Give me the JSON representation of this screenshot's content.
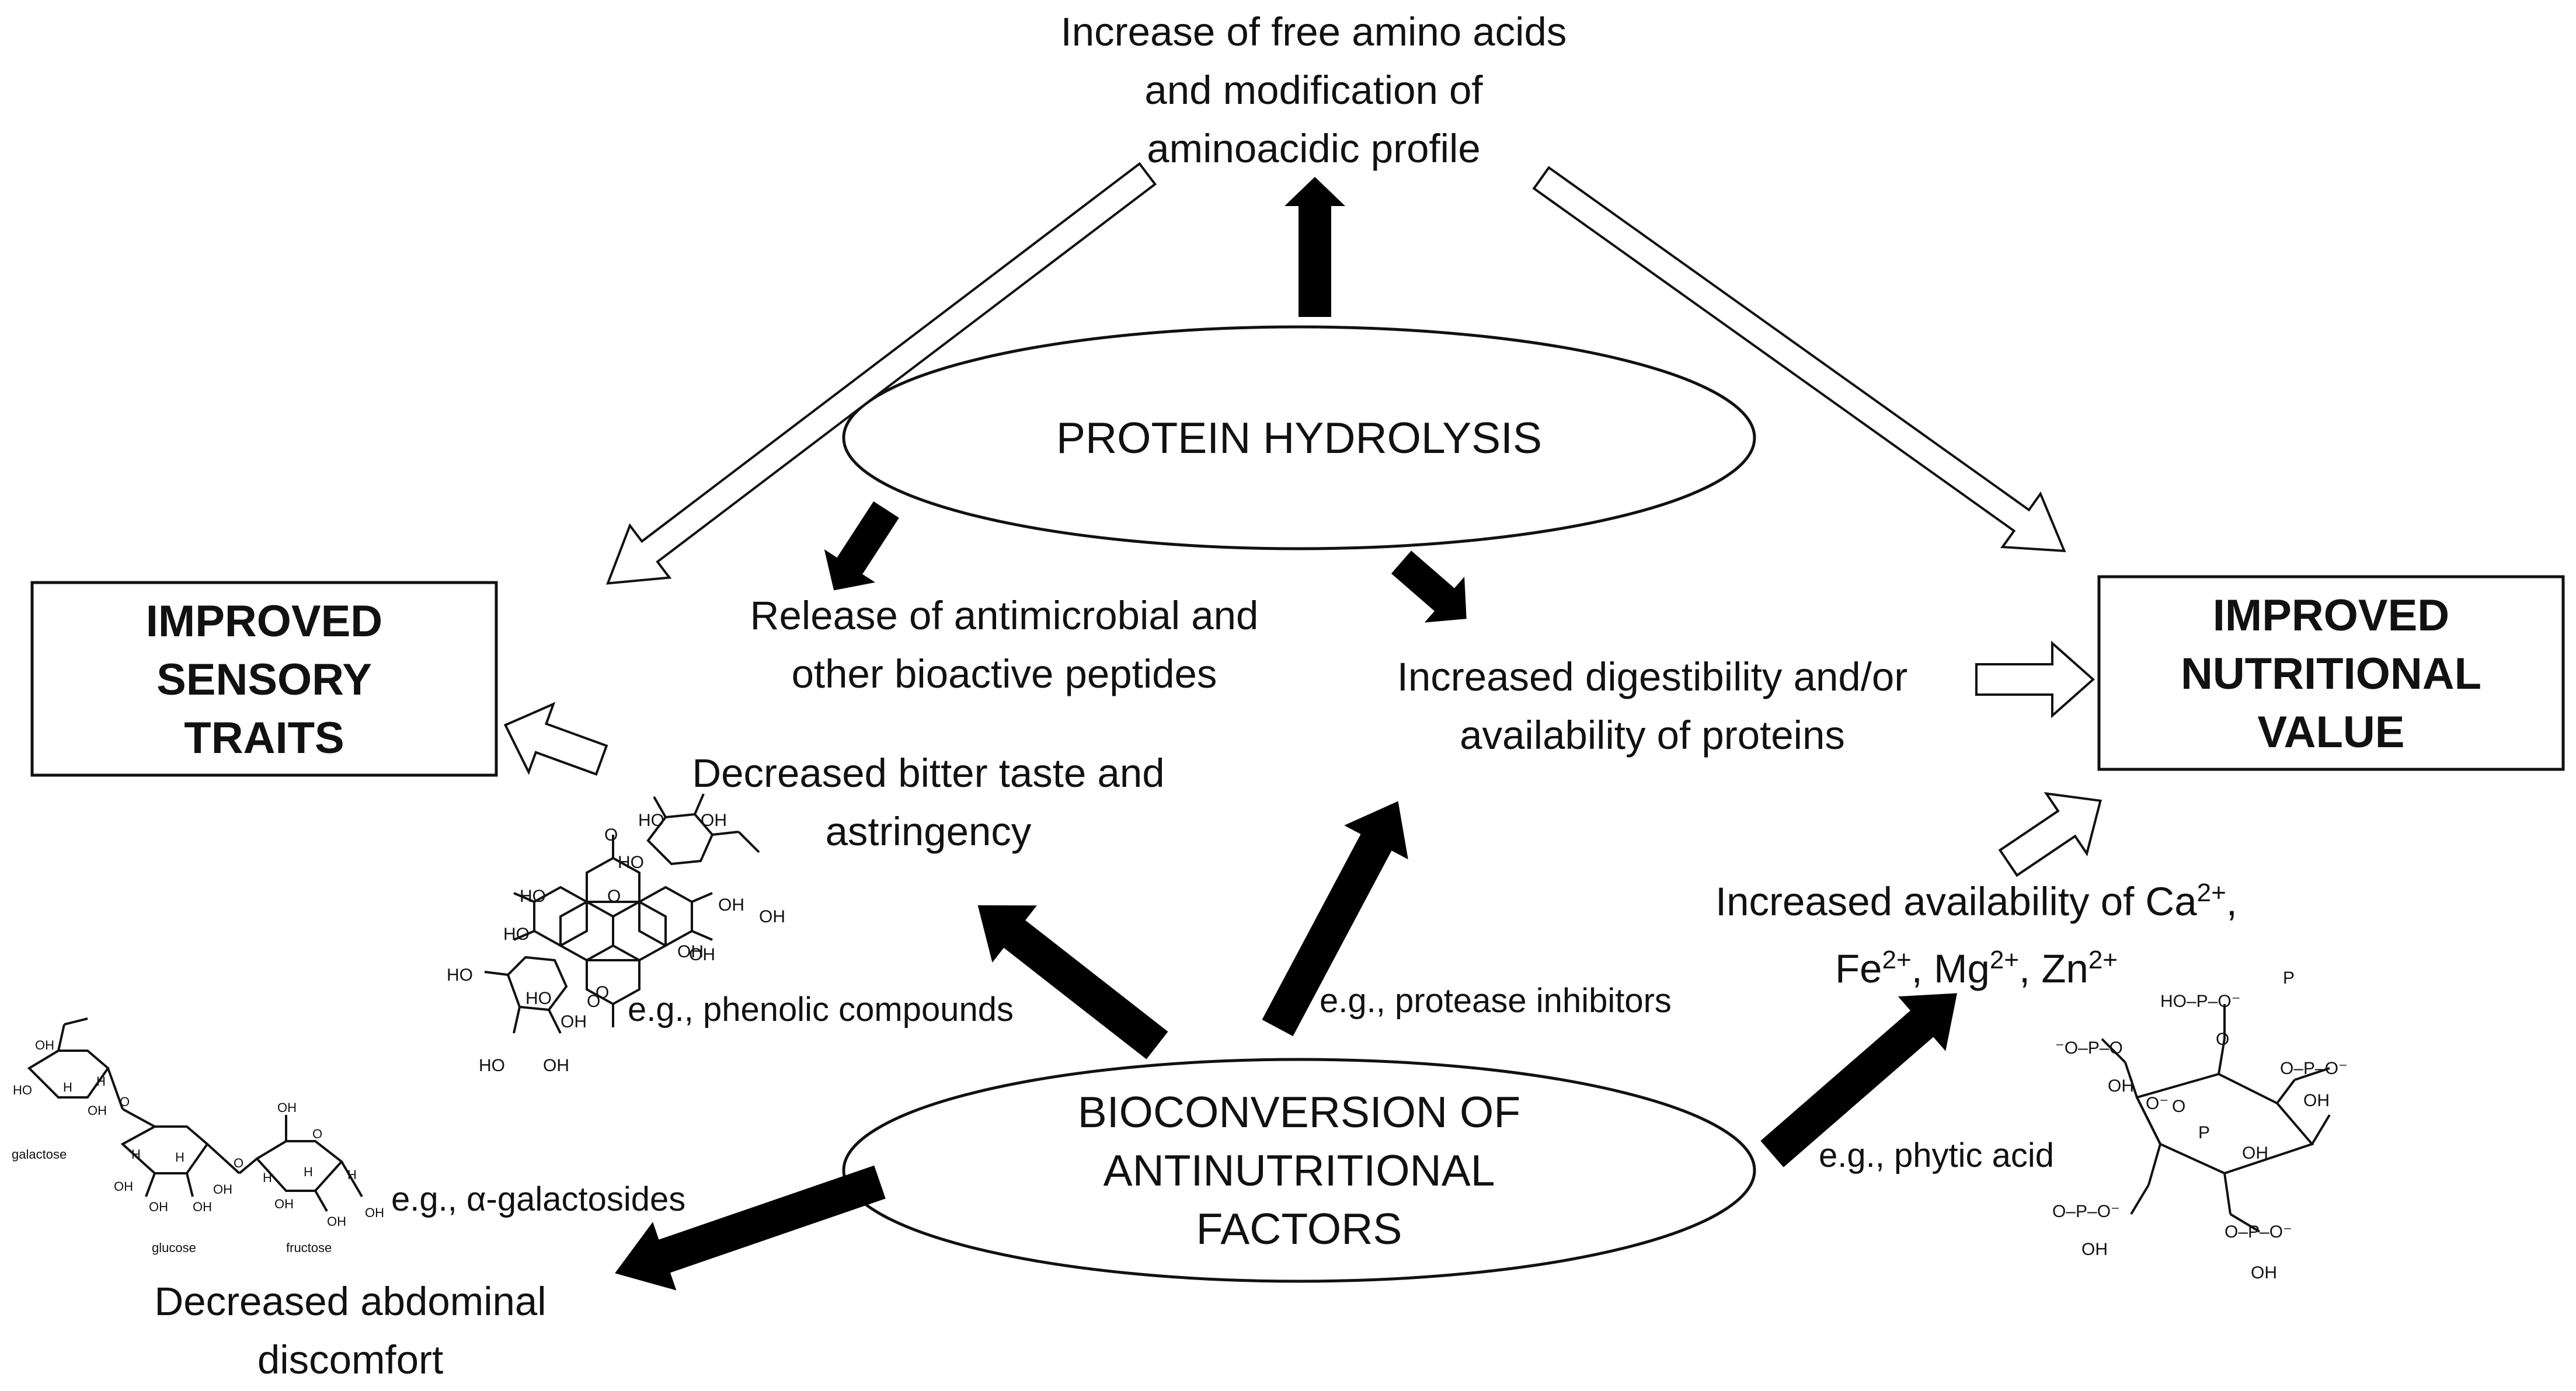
{
  "nodes": {
    "free_amino_acids": [
      "Increase of free amino acids",
      "and modification of",
      "aminoacidic profile"
    ],
    "protein_hydrolysis": "PROTEIN HYDROLYSIS",
    "improved_sensory": [
      "IMPROVED",
      "SENSORY",
      "TRAITS"
    ],
    "improved_nutritional": [
      "IMPROVED",
      "NUTRITIONAL",
      "VALUE"
    ],
    "release_peptides": [
      "Release of antimicrobial and",
      "other bioactive peptides"
    ],
    "increased_digestibility": [
      "Increased digestibility and/or",
      "availability of proteins"
    ],
    "decreased_bitter": [
      "Decreased bitter taste and",
      "astringency"
    ],
    "increased_minerals": [
      "Increased availability of Ca",
      "Fe",
      "Mg",
      "Zn"
    ],
    "mineral_charges": [
      "2+",
      "2+",
      "2+",
      "2+"
    ],
    "bioconversion": [
      "BIOCONVERSION OF",
      "ANTINUTRITIONAL",
      "FACTORS"
    ],
    "decreased_abdominal": [
      "Decreased abdominal",
      "discomfort"
    ]
  },
  "examples": {
    "phenolic": "e.g., phenolic compounds",
    "protease": "e.g., protease inhibitors",
    "phytic": "e.g., phytic acid",
    "galactosides": "e.g., α-galactosides"
  },
  "structures": {
    "phenolic_labels": [
      "HO",
      "OH",
      "HO",
      "HO",
      "O",
      "O",
      "OH",
      "HO",
      "OH",
      "HO",
      "OH",
      "OH",
      "OH",
      "O",
      "O",
      "HO",
      "HO",
      "OH"
    ],
    "sugar_labels": [
      "galactose",
      "glucose",
      "fructose"
    ],
    "sugar_atoms": [
      "OH",
      "HO",
      "H",
      "H",
      "OH",
      "O",
      "H",
      "OH",
      "OH",
      "H",
      "OH",
      "OH",
      "H",
      "O",
      "OH",
      "OH",
      "H",
      "OH",
      "O",
      "H",
      "OH"
    ],
    "phytic_labels": [
      "HO–P–O⁻",
      "O",
      "⁻O–P–O",
      "OH",
      "O",
      "P",
      "OH",
      "O–P–O⁻",
      "OH",
      "O–P–O⁻",
      "OH",
      "O–P–O⁻",
      "OH",
      "O⁻",
      "P"
    ]
  },
  "colors": {
    "arrow_solid": "#000000",
    "arrow_hollow": "#ffffff",
    "stroke": "#111111"
  }
}
